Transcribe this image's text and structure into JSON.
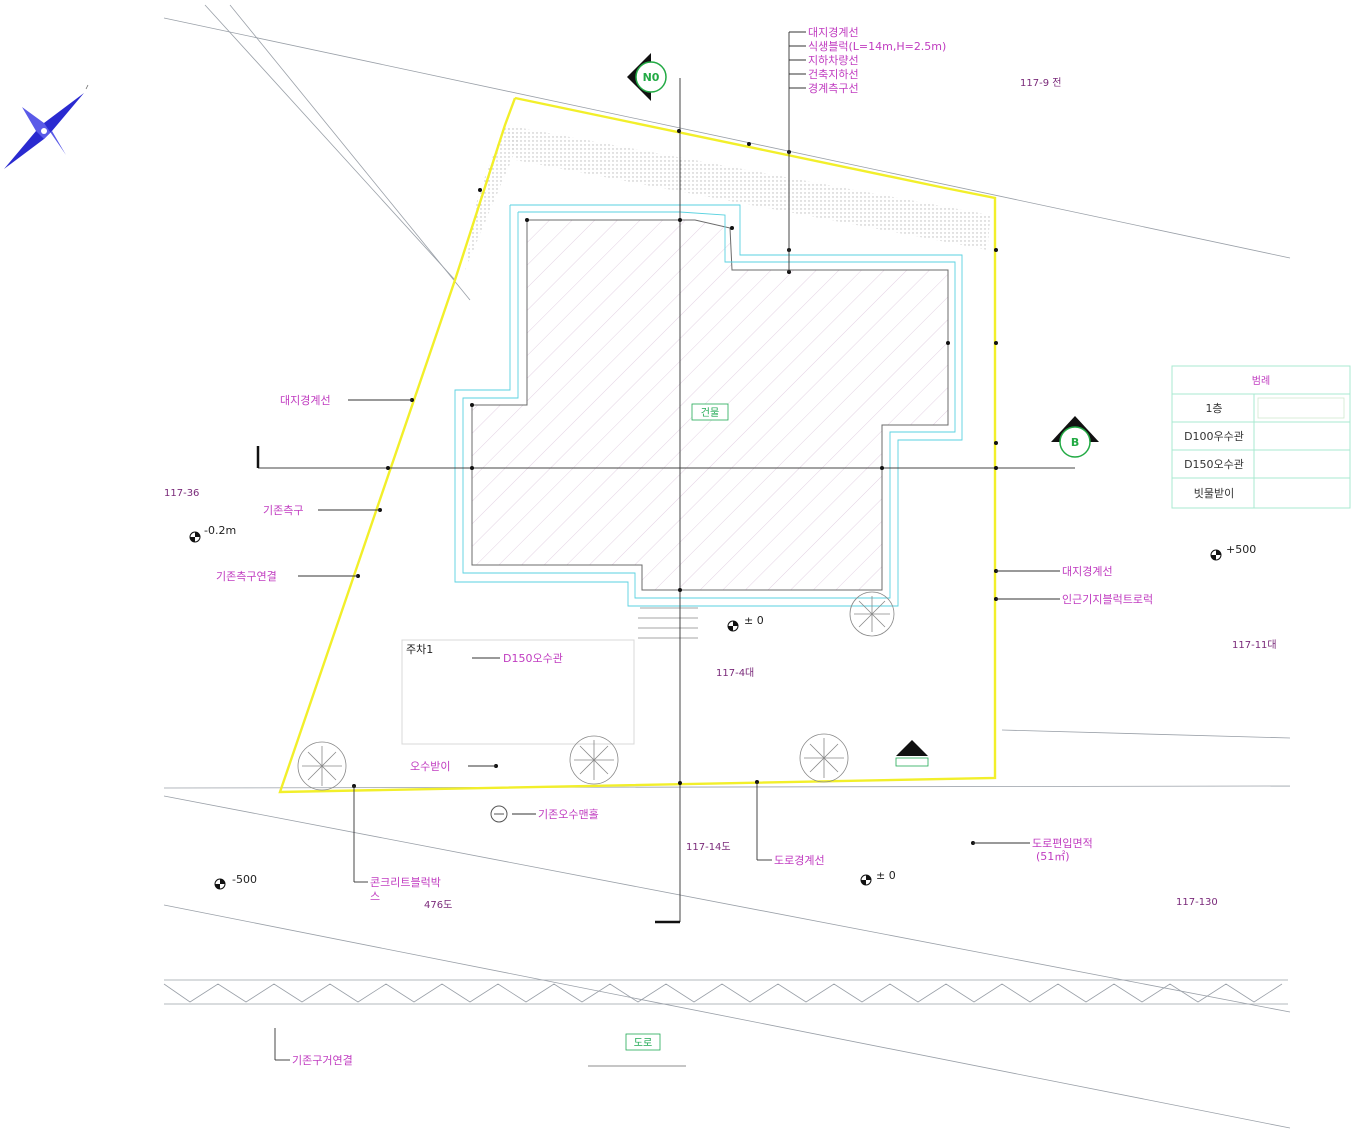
{
  "colors": {
    "boundary": "#f2ef2a",
    "leader": "#222222",
    "label": "#c03cc0",
    "building_outline": "#5ad2e0",
    "hatch": "#e2d6e2",
    "accent_green": "#22aa55",
    "compass": "#2222cc"
  },
  "icons": {
    "compass": "north-arrow-compass-icon",
    "tree": "tree-symbol-icon",
    "section_marker": "section-marker-icon",
    "level_marker": "level-marker-icon",
    "entrance": "entrance-triangle-icon"
  },
  "labels": {
    "top_leaders": [
      "대지경계선",
      "식생블럭(L=14m,H=2.5m)",
      "지하차량선",
      "건축지하선",
      "경계측구선"
    ],
    "top_lot": "117-9 전",
    "site_boundary_left": "대지경계선",
    "existing_ditch": "기존측구",
    "existing_ditch_edge": "기존측구연결",
    "site_boundary_right": "대지경계선",
    "adjacent_block": "인근기지블럭트로럭",
    "parking": "주차1",
    "d150_pipe_parking": "D150오수관",
    "catch_basin": "오수받이",
    "existing_manhole": "기존오수맨홀",
    "road_boundary": "도로경계선",
    "road_area_line1": "도로편입면적",
    "road_area_line2": "(51㎡)",
    "concrete_box_line1": "콘크리트블럭박",
    "concrete_box_line2": "스",
    "lot_476": "476도",
    "existing_drain": "기존구거연결",
    "building": "건물",
    "road_label": "도로",
    "section_top": "N0",
    "section_right": "B"
  },
  "lots": {
    "left": "117-36",
    "center": "117-4대",
    "right": "117-11대",
    "road_center": "117-14도",
    "bottom_right": "117-130"
  },
  "levels": {
    "left": "-0.2m",
    "right": "+500",
    "center": "± 0",
    "bottom_left": "-500",
    "bottom_center": "± 0"
  },
  "legend": {
    "header": "범례",
    "rows": [
      {
        "label": "1층",
        "value": ""
      },
      {
        "label": "D100우수관",
        "value": ""
      },
      {
        "label": "D150오수관",
        "value": ""
      },
      {
        "label": "빗물받이",
        "value": ""
      }
    ]
  }
}
